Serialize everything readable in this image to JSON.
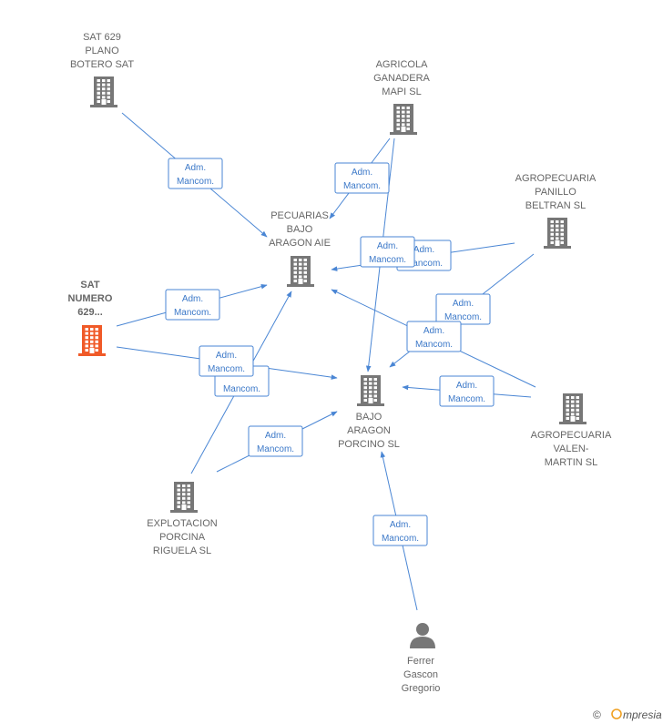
{
  "colors": {
    "company": "#777777",
    "focus": "#f05a28",
    "person": "#777777",
    "edge": "#4a86d4",
    "label_text": "#3b78c8"
  },
  "nodes": [
    {
      "id": "sat629plano",
      "type": "company",
      "icon": "building-icon",
      "lines": [
        "SAT 629",
        "PLANO",
        "BOTERO SAT"
      ]
    },
    {
      "id": "agricola",
      "type": "company",
      "icon": "building-icon",
      "lines": [
        "AGRICOLA",
        "GANADERA",
        "MAPI SL"
      ]
    },
    {
      "id": "panillo",
      "type": "company",
      "icon": "building-icon",
      "lines": [
        "AGROPECUARIA",
        "PANILLO",
        "BELTRAN SL"
      ]
    },
    {
      "id": "pecuarias",
      "type": "company",
      "icon": "building-icon",
      "lines": [
        "PECUARIAS",
        "BAJO",
        "ARAGON AIE"
      ]
    },
    {
      "id": "sat629numero",
      "type": "focus",
      "icon": "building-icon",
      "lines": [
        "SAT",
        "NUMERO",
        "629..."
      ]
    },
    {
      "id": "bajoaragon",
      "type": "company",
      "icon": "building-icon",
      "lines": [
        "BAJO",
        "ARAGON",
        "PORCINO  SL"
      ]
    },
    {
      "id": "valenmartin",
      "type": "company",
      "icon": "building-icon",
      "lines": [
        "AGROPECUARIA",
        "VALEN-",
        "MARTIN SL"
      ]
    },
    {
      "id": "riguela",
      "type": "company",
      "icon": "building-icon",
      "lines": [
        "EXPLOTACION",
        "PORCINA",
        "RIGUELA  SL"
      ]
    },
    {
      "id": "ferrer",
      "type": "person",
      "icon": "person-icon",
      "lines": [
        "Ferrer",
        "Gascon",
        "Gregorio"
      ]
    }
  ],
  "edge_labels": [
    {
      "id": "e1",
      "lines": [
        "Adm.",
        "Mancom."
      ]
    },
    {
      "id": "e2",
      "lines": [
        "Adm.",
        "Mancom."
      ]
    },
    {
      "id": "e3",
      "lines": [
        "Adm.",
        "Mancom."
      ]
    },
    {
      "id": "e4",
      "lines": [
        "Adm.",
        "Mancom."
      ]
    },
    {
      "id": "e5",
      "lines": [
        "Adm.",
        "Mancom."
      ]
    },
    {
      "id": "e6",
      "lines": [
        "Adm.",
        "Mancom."
      ]
    },
    {
      "id": "e7",
      "lines": [
        "Adm.",
        "Mancom."
      ]
    },
    {
      "id": "e8",
      "lines": [
        "Adm.",
        "Mancom."
      ]
    },
    {
      "id": "e9",
      "lines": [
        "Adm.",
        "Mancom."
      ]
    },
    {
      "id": "e10",
      "lines": [
        "",
        "Mancom."
      ]
    },
    {
      "id": "e11",
      "lines": [
        "Adm.",
        "Mancom."
      ]
    },
    {
      "id": "e12",
      "lines": [
        "Adm.",
        "Mancom."
      ]
    }
  ],
  "footer": {
    "copyright": "©",
    "brand": "Empresia",
    "brand_icon": "empresia-logo-icon"
  }
}
